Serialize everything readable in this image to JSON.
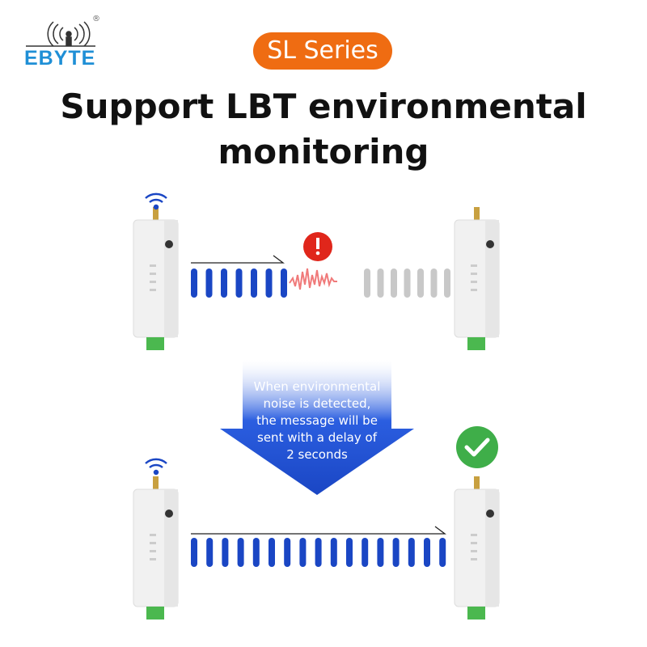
{
  "logo": {
    "text": "EBYTE",
    "registered": "®"
  },
  "badge": {
    "label": "SL Series",
    "color": "#ef6c12"
  },
  "title": {
    "line1": "Support LBT environmental",
    "line2": "monitoring"
  },
  "arrow": {
    "line1": "When environmental",
    "line2": "noise is detected,",
    "line3": "the message will be",
    "line4": "sent with a delay of",
    "line5": "2 seconds",
    "color": "#1e4fd0"
  },
  "scenario_blocked": {
    "sent_packets": 7,
    "blocked_packets": 7,
    "status_icon": "exclamation-icon",
    "status_color": "#e0261b"
  },
  "scenario_success": {
    "sent_packets": 17,
    "status_icon": "checkmark-icon",
    "status_color": "#3fae49"
  },
  "colors": {
    "packet": "#1a46c4",
    "packet_lost": "#c8c8c8",
    "noise": "#f07a7a"
  }
}
